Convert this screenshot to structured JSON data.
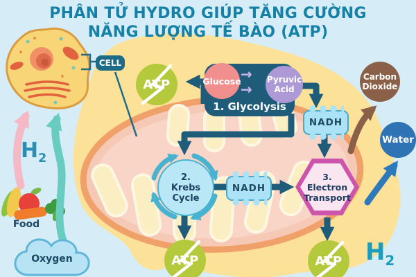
{
  "title": {
    "line1": "PHÂN TỬ HYDRO GIÚP TĂNG CƯỜNG",
    "line2": "NĂNG LƯỢNG TẾ BÀO (ATP)"
  },
  "cell": {
    "label": "CELL"
  },
  "stages": {
    "glycolysis": {
      "label": "1. Glycolysis",
      "substrate": "Glucose",
      "product": "Pyruvic Acid"
    },
    "krebs": {
      "number": "2.",
      "name_line1": "Krebs",
      "name_line2": "Cycle"
    },
    "electron_transport": {
      "number": "3.",
      "name_line1": "Electron",
      "name_line2": "Transport"
    }
  },
  "molecules": {
    "atp": "ATP",
    "nadh": "NADH",
    "carbon_dioxide": {
      "line1": "Carbon",
      "line2": "Dioxide"
    },
    "water": "Water",
    "oxygen": "Oxygen",
    "food": "Food",
    "hydrogen": {
      "symbol": "H",
      "subscript": "2"
    }
  },
  "icons": {
    "flow_arrow": "→"
  },
  "colors": {
    "background": "#d6edf8",
    "title_teal": "#1581a6",
    "dark_teal": "#1e5c7a",
    "lime_atp": "#b5c93c",
    "glucose_pink": "#f18e8e",
    "pyruvic_purple": "#ac99d6",
    "nadh_blue": "#abe2f5",
    "krebs_blue": "#bae7f5",
    "electron_magenta": "#cc55ab",
    "carbon_brown": "#8a6148",
    "water_blue": "#2e74b5",
    "oxygen_cloud": "#b7e3f4",
    "yellow_blob": "#fce198",
    "mitochondria_orange": "#f0a069",
    "pink_arrow": "#f4b9c5",
    "aqua_arrow": "#69ccc1"
  }
}
